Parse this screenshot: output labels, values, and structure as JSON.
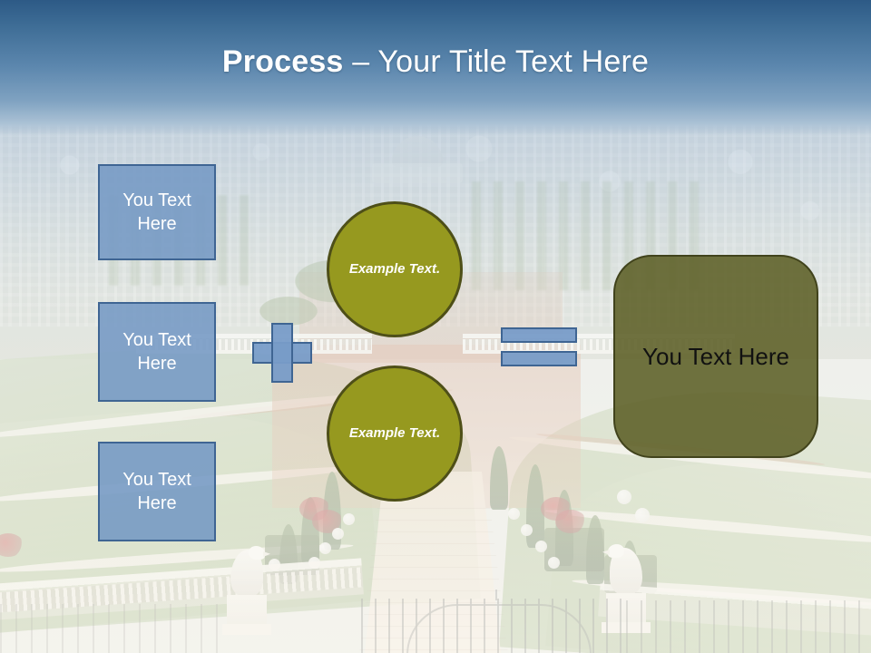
{
  "slide": {
    "title_bold": "Process",
    "title_sep": " – ",
    "title_rest": "Your Title Text Here",
    "background_description": "hazy aerial photograph of terraced gardens and a coastal city"
  },
  "colors": {
    "header_top": "#2d5a86",
    "header_bottom": "#a9c0d4",
    "box_fill": "#7498c4",
    "box_border": "#3f6593",
    "circle_fill": "#96991f",
    "circle_border": "#4e4f18",
    "result_fill": "#5c5f25",
    "result_border": "#41431c",
    "box_text": "#ffffff",
    "result_text": "#111111"
  },
  "inputs": [
    {
      "label": "You Text\nHere"
    },
    {
      "label": "You Text\nHere"
    },
    {
      "label": "You Text\nHere"
    }
  ],
  "input_labels": {
    "one": "You Text Here",
    "two": "You Text Here",
    "three": "You Text Here"
  },
  "operators": {
    "plus": "+",
    "equals": "="
  },
  "circles": [
    {
      "label": "Example Text."
    },
    {
      "label": "Example Text."
    }
  ],
  "circle_labels": {
    "one": "Example Text.",
    "two": "Example Text."
  },
  "result": {
    "label": "You Text Here"
  }
}
